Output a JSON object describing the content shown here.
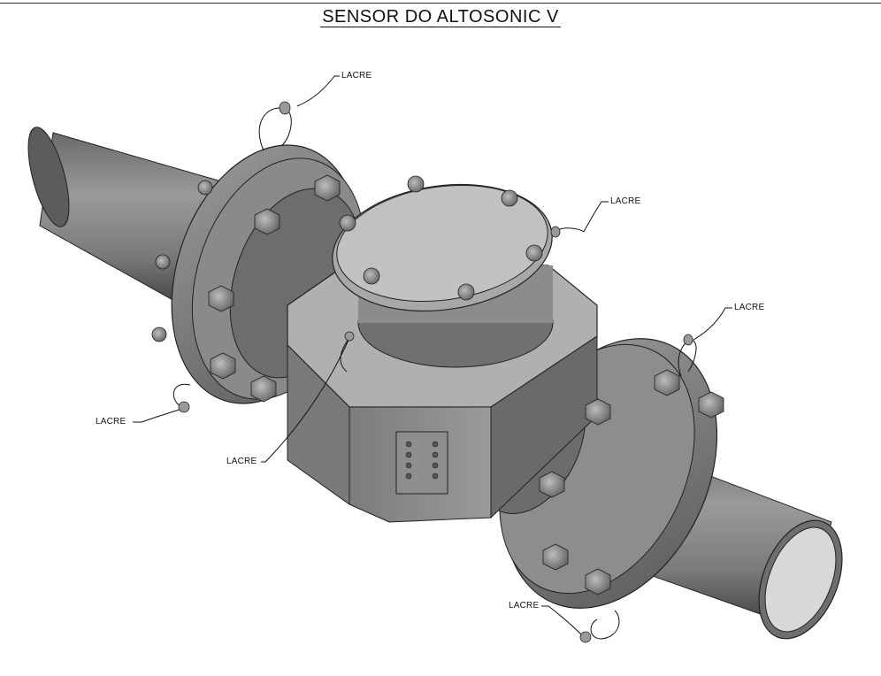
{
  "title": "SENSOR DO ALTOSONIC V",
  "labels": {
    "seal_flange_left_top": "LACRE",
    "seal_cover": "LACRE",
    "seal_flange_right_top": "LACRE",
    "seal_flange_left_bottom": "LACRE",
    "seal_body": "LACRE",
    "seal_flange_right_bottom": "LACRE"
  }
}
